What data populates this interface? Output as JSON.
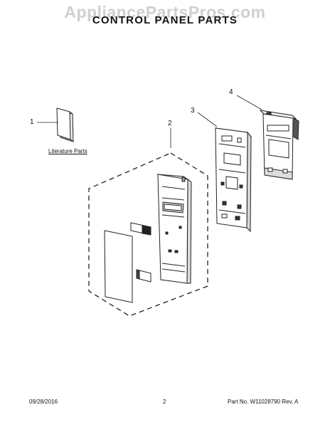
{
  "watermark": "AppliancePartsPros.com",
  "title": "CONTROL PANEL PARTS",
  "callouts": [
    "1",
    "2",
    "3",
    "4"
  ],
  "literature_label": "Literature Parts",
  "footer": {
    "date": "09/28/2016",
    "page": "2",
    "part_no": "Part No. W11028790  Rev. A"
  }
}
